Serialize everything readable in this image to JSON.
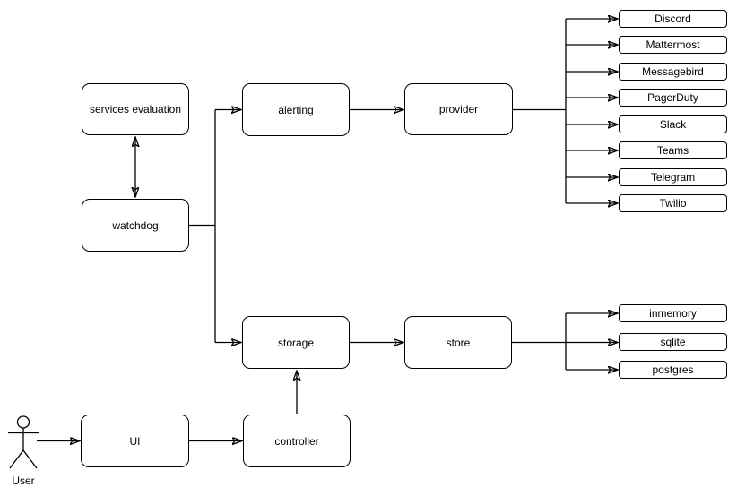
{
  "background": "#ffffff",
  "stroke_color": "#000000",
  "node_fill": "#ffffff",
  "actor": {
    "label": "User"
  },
  "nodes": {
    "services_evaluation": {
      "label": "services evaluation"
    },
    "watchdog": {
      "label": "watchdog"
    },
    "alerting": {
      "label": "alerting"
    },
    "provider": {
      "label": "provider"
    },
    "storage": {
      "label": "storage"
    },
    "store": {
      "label": "store"
    },
    "ui": {
      "label": "UI"
    },
    "controller": {
      "label": "controller"
    }
  },
  "provider_targets": [
    {
      "label": "Discord"
    },
    {
      "label": "Mattermost"
    },
    {
      "label": "Messagebird"
    },
    {
      "label": "PagerDuty"
    },
    {
      "label": "Slack"
    },
    {
      "label": "Teams"
    },
    {
      "label": "Telegram"
    },
    {
      "label": "Twilio"
    }
  ],
  "store_targets": [
    {
      "label": "inmemory"
    },
    {
      "label": "sqlite"
    },
    {
      "label": "postgres"
    }
  ],
  "edges": [
    {
      "from": "User",
      "to": "UI",
      "style": "arrow"
    },
    {
      "from": "UI",
      "to": "controller",
      "style": "arrow"
    },
    {
      "from": "controller",
      "to": "storage",
      "style": "arrow"
    },
    {
      "from": "watchdog",
      "to": "services evaluation",
      "style": "double-arrow"
    },
    {
      "from": "watchdog",
      "to": "alerting",
      "style": "arrow"
    },
    {
      "from": "watchdog",
      "to": "storage",
      "style": "arrow"
    },
    {
      "from": "alerting",
      "to": "provider",
      "style": "arrow"
    },
    {
      "from": "storage",
      "to": "store",
      "style": "arrow"
    },
    {
      "from": "provider",
      "to": "Discord",
      "style": "arrow"
    },
    {
      "from": "provider",
      "to": "Mattermost",
      "style": "arrow"
    },
    {
      "from": "provider",
      "to": "Messagebird",
      "style": "arrow"
    },
    {
      "from": "provider",
      "to": "PagerDuty",
      "style": "arrow"
    },
    {
      "from": "provider",
      "to": "Slack",
      "style": "arrow"
    },
    {
      "from": "provider",
      "to": "Teams",
      "style": "arrow"
    },
    {
      "from": "provider",
      "to": "Telegram",
      "style": "arrow"
    },
    {
      "from": "provider",
      "to": "Twilio",
      "style": "arrow"
    },
    {
      "from": "store",
      "to": "inmemory",
      "style": "arrow"
    },
    {
      "from": "store",
      "to": "sqlite",
      "style": "arrow"
    },
    {
      "from": "store",
      "to": "postgres",
      "style": "arrow"
    }
  ]
}
